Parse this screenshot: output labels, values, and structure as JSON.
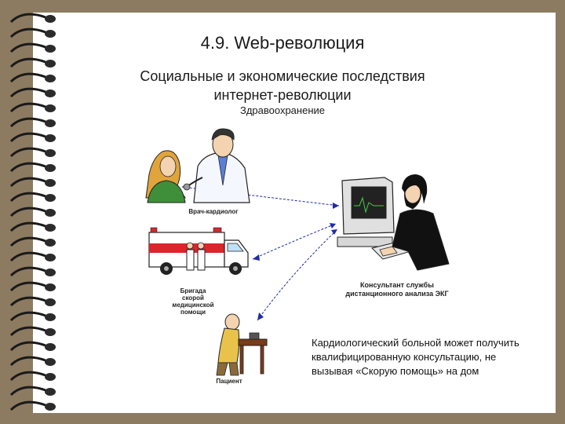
{
  "slide": {
    "title": "4.9. Web-революция",
    "subtitle_line1": "Социальные и экономические последствия",
    "subtitle_line2": "интернет-революции",
    "section": "Здравоохранение"
  },
  "illustrations": {
    "cardiologist": {
      "caption": "Врач-кардиолог",
      "icon": "doctor-patient-icon"
    },
    "ambulance": {
      "caption_lines": [
        "Бригада",
        "скорой",
        "медицинской",
        "помощи"
      ],
      "icon": "ambulance-icon"
    },
    "patient": {
      "caption": "Пациент",
      "icon": "patient-icon"
    },
    "consultant": {
      "caption_lines": [
        "Консультант службы",
        "дистанционного анализа ЭКГ"
      ],
      "icon": "computer-operator-icon"
    }
  },
  "note": {
    "text": "Кардиологический больной может получить квалифицированную консультацию, не вызывая «Скорую помощь» на дом"
  },
  "colors": {
    "frame": "#8c7b61",
    "page": "#ffffff",
    "link_lines": "#1f2aa8"
  }
}
